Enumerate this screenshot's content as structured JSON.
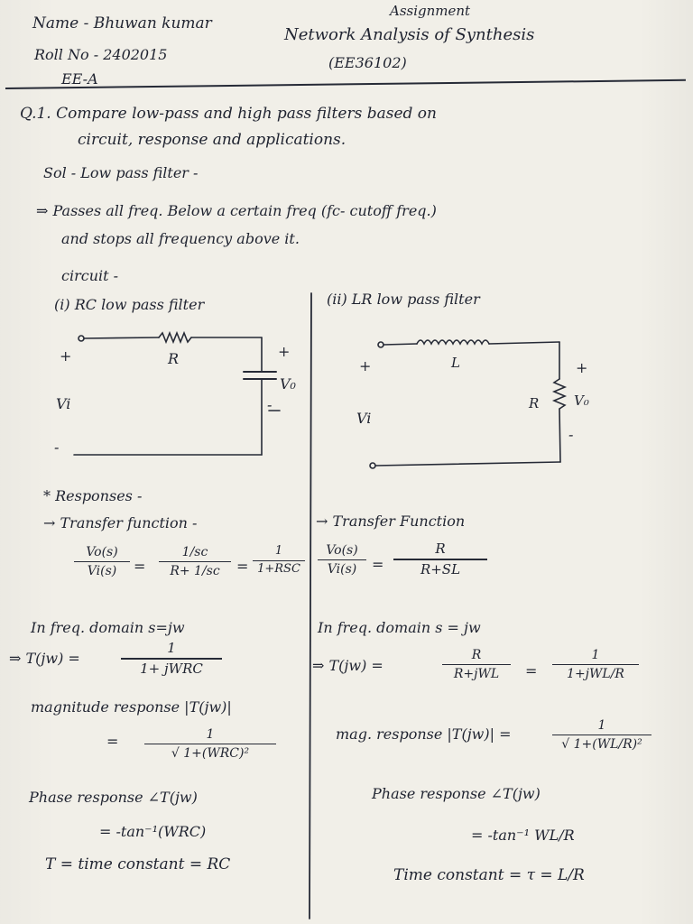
{
  "header": {
    "name": "Name - Bhuwan kumar",
    "roll": "Roll No - 2402015",
    "section": "EE-A",
    "assignment": "Assignment",
    "subject": "Network Analysis of Synthesis",
    "code": "(EE36102)"
  },
  "question": {
    "line1": "Q.1. Compare low-pass and high pass filters based on",
    "line2": "circuit, response and applications."
  },
  "solution": {
    "heading": "Sol - Low pass filter -",
    "desc1": "⇒ Passes all freq. Below a certain freq (fc- cutoff freq.)",
    "desc2": "and stops all frequency above it.",
    "circuit_heading": "circuit -"
  },
  "rc": {
    "title": "(i) RC low pass filter",
    "plus_in": "+",
    "minus_in": "-",
    "vi": "Vi",
    "r": "R",
    "plus_out": "+",
    "vo": "V₀",
    "minus_out": "-"
  },
  "lr": {
    "title": "(ii) LR low pass filter",
    "plus_in": "+",
    "vi": "Vi",
    "l": "L",
    "r": "R",
    "plus_out": "+",
    "vo": "V₀",
    "minus_out": "-"
  },
  "responses": {
    "heading": "* Responses -",
    "left_tf": "→ Transfer function -",
    "right_tf": "→ Transfer Function",
    "left_f1_num": "Vo(s)",
    "left_f1_den": "Vi(s)",
    "eq1": "=",
    "left_f2_num": "1/sc",
    "left_f2_den": "R+ 1/sc",
    "eq2": "=",
    "left_f3_num": "1",
    "left_f3_den": "1+RSC",
    "right_f1_num": "Vo(s)",
    "right_f1_den": "Vi(s)",
    "eq3": "=",
    "right_f2_num": "R",
    "right_f2_den": "R+SL"
  },
  "freq": {
    "left_heading": "In freq. domain s=jw",
    "left_t": "⇒ T(jw) =",
    "left_t_num": "1",
    "left_t_den": "1+ jWRC",
    "left_mag": "magnitude response |T(jw)|",
    "left_mag_eq": "=",
    "left_mag_num": "1",
    "left_mag_den": "√ 1+(WRC)²",
    "left_phase": "Phase response ∠T(jw)",
    "left_phase_val": "= -tan⁻¹(WRC)",
    "left_tau": "T = time constant = RC",
    "right_heading": "In freq. domain s = jw",
    "right_t": "⇒ T(jw) =",
    "right_t_num": "R",
    "right_t_den": "R+jWL",
    "right_eq": "=",
    "right_t2_num": "1",
    "right_t2_den": "1+jWL/R",
    "right_mag": "mag. response |T(jw)| =",
    "right_mag_num": "1",
    "right_mag_den": "√ 1+(WL/R)²",
    "right_phase": "Phase response ∠T(jw)",
    "right_phase_val": "= -tan⁻¹ WL/R",
    "right_tau": "Time constant = τ = L/R"
  }
}
